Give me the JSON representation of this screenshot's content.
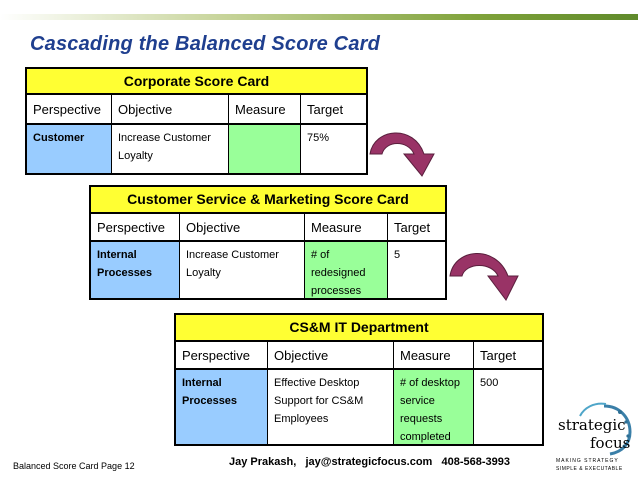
{
  "title": "Cascading the Balanced Score Card",
  "cards": [
    {
      "title": "Corporate Score Card",
      "headers": [
        "Perspective",
        "Objective",
        "Measure",
        "Target"
      ],
      "row": [
        "Customer",
        "Increase Customer\nLoyalty",
        "",
        "75%"
      ]
    },
    {
      "title": "Customer Service & Marketing Score Card",
      "headers": [
        "Perspective",
        "Objective",
        "Measure",
        "Target"
      ],
      "row": [
        "Internal\nProcesses",
        "Increase Customer\nLoyalty",
        "# of\nredesigned\nprocesses",
        "5"
      ]
    },
    {
      "title": "CS&M IT Department",
      "headers": [
        "Perspective",
        "Objective",
        "Measure",
        "Target"
      ],
      "row": [
        "Internal\nProcesses",
        "Effective Desktop\nSupport for CS&M\nEmployees",
        "# of desktop\nservice\nrequests\ncompleted",
        "500"
      ]
    }
  ],
  "footer": {
    "page_label": "Balanced Score Card Page 12",
    "contact": "Jay Prakash,   jay@strategicfocus.com   408-568-3993"
  },
  "logo": {
    "line1": "strategic",
    "line2": "focus",
    "tag1": "MAKING STRATEGY",
    "tag2": "SIMPLE & EXECUTABLE"
  },
  "colors": {
    "title": "#1f3f8f",
    "card_header": "#ffff33",
    "perspective_cell": "#99ccff",
    "measure_cell": "#99ff99",
    "arrow": "#993366"
  }
}
